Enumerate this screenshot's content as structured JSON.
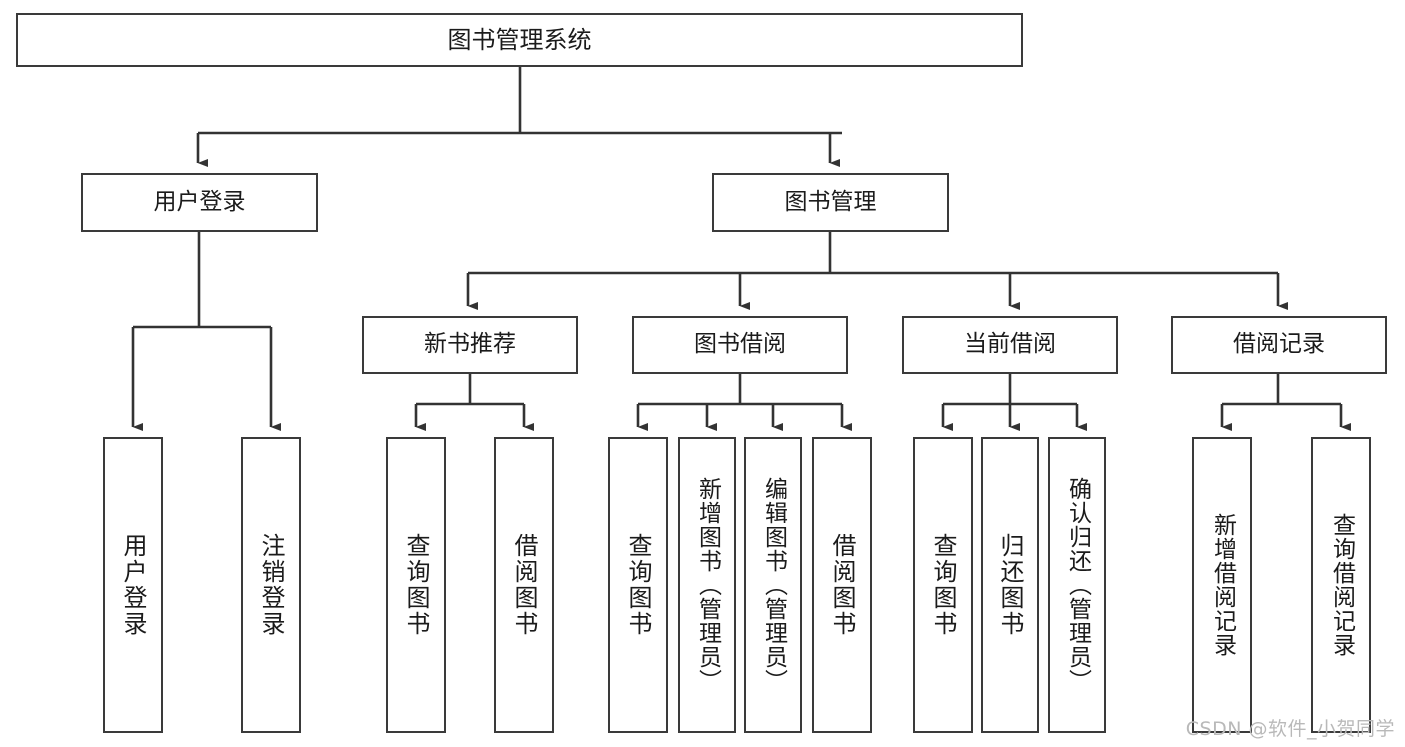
{
  "diagram": {
    "title": "图书管理系统",
    "type": "hierarchy-tree",
    "watermark": "CSDN @软件_小贺同学",
    "colors": {
      "box_border": "#3a3a3a",
      "box_fill": "#ffffff",
      "edge": "#333333",
      "text": "#1b1b1b",
      "watermark": "#b9b9b9",
      "background": "#ffffff"
    },
    "nodes": {
      "root": {
        "label": "图书管理系统"
      },
      "level2": [
        {
          "id": "user-login",
          "label": "用户登录"
        },
        {
          "id": "book-manage",
          "label": "图书管理"
        }
      ],
      "level3": [
        {
          "id": "new-book-rec",
          "label": "新书推荐"
        },
        {
          "id": "book-borrow",
          "label": "图书借阅"
        },
        {
          "id": "current-borrow",
          "label": "当前借阅"
        },
        {
          "id": "borrow-record",
          "label": "借阅记录"
        }
      ],
      "leaves": {
        "user_login": [
          {
            "id": "leaf-user-login",
            "label": "用户登录"
          },
          {
            "id": "leaf-user-logout",
            "label": "注销登录"
          }
        ],
        "new_book_rec": [
          {
            "id": "leaf-query-book-1",
            "label": "查询图书"
          },
          {
            "id": "leaf-borrow-book-1",
            "label": "借阅图书"
          }
        ],
        "book_borrow": [
          {
            "id": "leaf-query-book-2",
            "label": "查询图书"
          },
          {
            "id": "leaf-add-book",
            "label": "新增图书（管理员）"
          },
          {
            "id": "leaf-edit-book",
            "label": "编辑图书（管理员）"
          },
          {
            "id": "leaf-borrow-book-2",
            "label": "借阅图书"
          }
        ],
        "current_borrow": [
          {
            "id": "leaf-query-book-3",
            "label": "查询图书"
          },
          {
            "id": "leaf-return-book",
            "label": "归还图书"
          },
          {
            "id": "leaf-confirm-return",
            "label": "确认归还（管理员）"
          }
        ],
        "borrow_record": [
          {
            "id": "leaf-add-record",
            "label": "新增借阅记录"
          },
          {
            "id": "leaf-query-record",
            "label": "查询借阅记录"
          }
        ]
      }
    },
    "edges": [
      {
        "from": "图书管理系统",
        "to": "用户登录"
      },
      {
        "from": "图书管理系统",
        "to": "图书管理"
      },
      {
        "from": "用户登录",
        "to": "用户登录"
      },
      {
        "from": "用户登录",
        "to": "注销登录"
      },
      {
        "from": "图书管理",
        "to": "新书推荐"
      },
      {
        "from": "图书管理",
        "to": "图书借阅"
      },
      {
        "from": "图书管理",
        "to": "当前借阅"
      },
      {
        "from": "图书管理",
        "to": "借阅记录"
      },
      {
        "from": "新书推荐",
        "to": "查询图书"
      },
      {
        "from": "新书推荐",
        "to": "借阅图书"
      },
      {
        "from": "图书借阅",
        "to": "查询图书"
      },
      {
        "from": "图书借阅",
        "to": "新增图书（管理员）"
      },
      {
        "from": "图书借阅",
        "to": "编辑图书（管理员）"
      },
      {
        "from": "图书借阅",
        "to": "借阅图书"
      },
      {
        "from": "当前借阅",
        "to": "查询图书"
      },
      {
        "from": "当前借阅",
        "to": "归还图书"
      },
      {
        "from": "当前借阅",
        "to": "确认归还（管理员）"
      },
      {
        "from": "借阅记录",
        "to": "新增借阅记录"
      },
      {
        "from": "借阅记录",
        "to": "查询借阅记录"
      }
    ]
  }
}
